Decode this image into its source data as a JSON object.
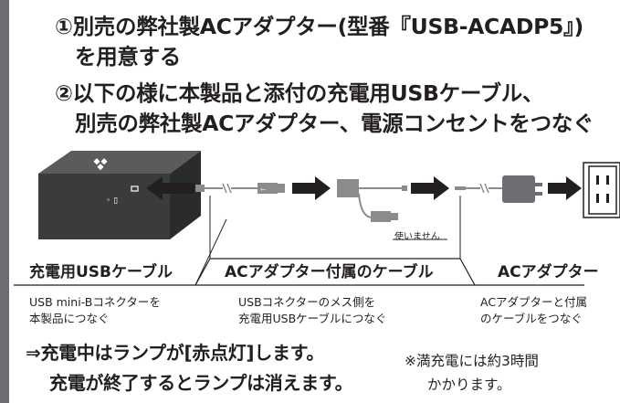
{
  "steps": {
    "step1_line1": "①別売の弊社製ACアダプター(型番『USB-ACADP5』)",
    "step1_line2": "を用意する",
    "step2_line1": "②以下の様に本製品と添付の充電用USBケーブル、",
    "step2_line2": "別売の弊社製ACアダプター、電源コンセントをつなぐ"
  },
  "diagram": {
    "unused_label": "使いません",
    "labels": {
      "usb_cable": "充電用USBケーブル",
      "ac_cable": "ACアダプター付属のケーブル",
      "ac_adapter": "ACアダプター"
    },
    "notes": {
      "usb_cable_line1": "USB mini-Bコネクターを",
      "usb_cable_line2": "本製品につなぐ",
      "ac_cable_line1": "USBコネクターのメス側を",
      "ac_cable_line2": "充電用USBケーブルにつなぐ",
      "ac_adapter_line1": "ACアダプターと付属",
      "ac_adapter_line2": "のケーブルをつなぐ"
    }
  },
  "result": {
    "line1": "⇒充電中はランプが[赤点灯]します。",
    "line2": "充電が終了するとランプは消えます。",
    "aside_line1": "※満充電には約3時間",
    "aside_line2": "かかります。"
  },
  "colors": {
    "sidebar": "#6d6e71",
    "device": "#3a3b3d",
    "cable": "#8a8b8d",
    "arrow": "#231f20"
  }
}
